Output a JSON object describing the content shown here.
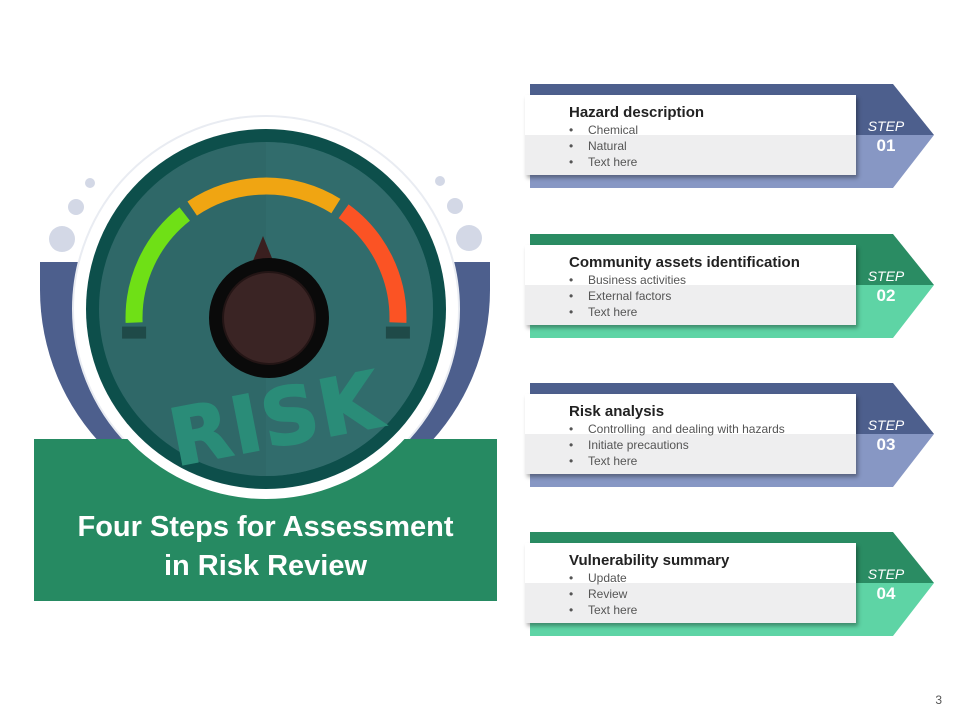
{
  "title": {
    "line1": "Four Steps for Assessment",
    "line2": "in Risk Review"
  },
  "gauge": {
    "word": "RISK",
    "segment_colors": [
      "#6fe016",
      "#f0a512",
      "#fb5324"
    ],
    "face_color": "#2f6868",
    "rim_color": "#0d4f4b"
  },
  "steps": [
    {
      "heading": "Hazard description",
      "bullets": [
        "Chemical",
        "Natural",
        "Text here"
      ],
      "step_word": "STEP",
      "step_number": "01",
      "dark_color": "#4d5f8d",
      "light_color": "#8797c4"
    },
    {
      "heading": "Community assets identification",
      "bullets": [
        "Business activities",
        "External factors",
        "Text here"
      ],
      "step_word": "STEP",
      "step_number": "02",
      "dark_color": "#2a8c63",
      "light_color": "#5ed4a5"
    },
    {
      "heading": "Risk analysis",
      "bullets": [
        "Controlling  and dealing with hazards",
        "Initiate precautions",
        "Text here"
      ],
      "step_word": "STEP",
      "step_number": "03",
      "dark_color": "#4d5f8d",
      "light_color": "#8797c4"
    },
    {
      "heading": "Vulnerability summary",
      "bullets": [
        "Update",
        "Review",
        "Text here"
      ],
      "step_word": "STEP",
      "step_number": "04",
      "dark_color": "#2a8c63",
      "light_color": "#5ed4a5"
    }
  ],
  "page_number": "3"
}
